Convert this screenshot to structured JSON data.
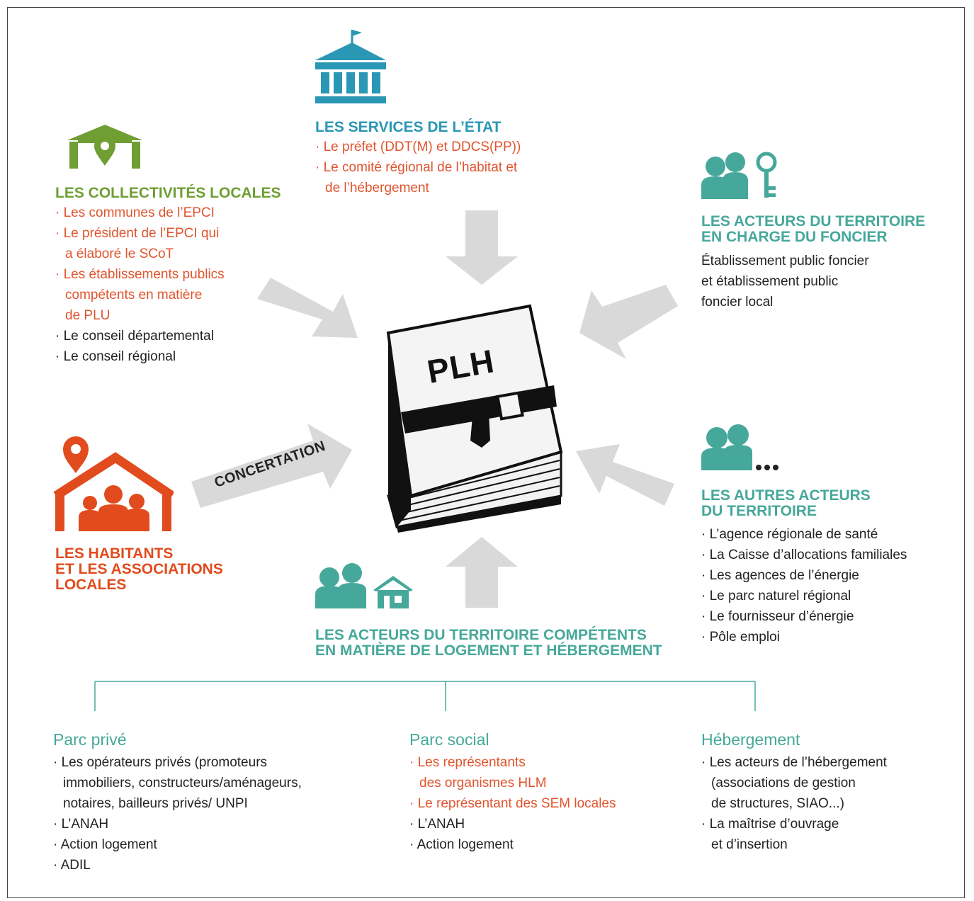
{
  "colors": {
    "green": "#6f9e33",
    "blue": "#2a97b5",
    "teal": "#46a89a",
    "orange": "#e14b1d",
    "red": "#e1542e",
    "arrow": "#d9d9d9"
  },
  "center": {
    "book_label": "PLH",
    "concertation": "CONCERTATION"
  },
  "etat": {
    "icon": "government-building-icon",
    "title": "LES SERVICES DE L’ÉTAT",
    "items": [
      "Le préfet (DDT(M) et DDCS(PP))",
      "Le comité régional de l’habitat et",
      "de l’hébergement"
    ]
  },
  "collectivites": {
    "icon": "house-location-icon",
    "title": "LES COLLECTIVITÉS LOCALES",
    "red_items": [
      {
        "l1": "Les communes de l’EPCI"
      },
      {
        "l1": "Le président de l’EPCI qui",
        "l2": "a élaboré le SCoT"
      },
      {
        "l1": "Les établissements publics",
        "l2": "compétents en matière",
        "l3": "de PLU"
      }
    ],
    "black_items": [
      "Le conseil départemental",
      "Le conseil régional"
    ]
  },
  "foncier": {
    "icon": "people-key-icon",
    "title_l1": "LES ACTEURS DU TERRITOIRE",
    "title_l2": "EN CHARGE DU FONCIER",
    "text": [
      "Établissement public foncier",
      "et établissement public",
      "foncier local"
    ]
  },
  "habitants": {
    "icon": "house-people-location-icon",
    "title": [
      "LES HABITANTS",
      "ET LES ASSOCIATIONS",
      "LOCALES"
    ]
  },
  "autres": {
    "icon": "people-more-icon",
    "title": [
      "LES AUTRES ACTEURS",
      "DU TERRITOIRE"
    ],
    "items": [
      "L’agence régionale de santé",
      "La Caisse d’allocations familiales",
      "Les agences de l’énergie",
      "Le parc naturel régional",
      "Le fournisseur d’énergie",
      "Pôle emploi"
    ]
  },
  "logement": {
    "icon": "people-house-icon",
    "title": [
      "LES ACTEURS DU TERRITOIRE COMPÉTENTS",
      "EN MATIÈRE DE LOGEMENT ET HÉBERGEMENT"
    ]
  },
  "parc_prive": {
    "title": "Parc privé",
    "item1": [
      "Les opérateurs privés (promoteurs",
      "immobiliers, constructeurs/aménageurs,",
      "notaires, bailleurs privés/ UNPI"
    ],
    "items": [
      "L’ANAH",
      "Action logement",
      "ADIL"
    ]
  },
  "parc_social": {
    "title": "Parc social",
    "red1": [
      "Les représentants",
      "des organismes HLM"
    ],
    "red2": "Le représentant des SEM locales",
    "items": [
      "L’ANAH",
      "Action logement"
    ]
  },
  "hebergement": {
    "title": "Hébergement",
    "item1": [
      "Les acteurs de l’hébergement",
      "(associations de gestion",
      "de structures, SIAO...)"
    ],
    "item2": [
      "La maîtrise d’ouvrage",
      "et d’insertion"
    ]
  }
}
